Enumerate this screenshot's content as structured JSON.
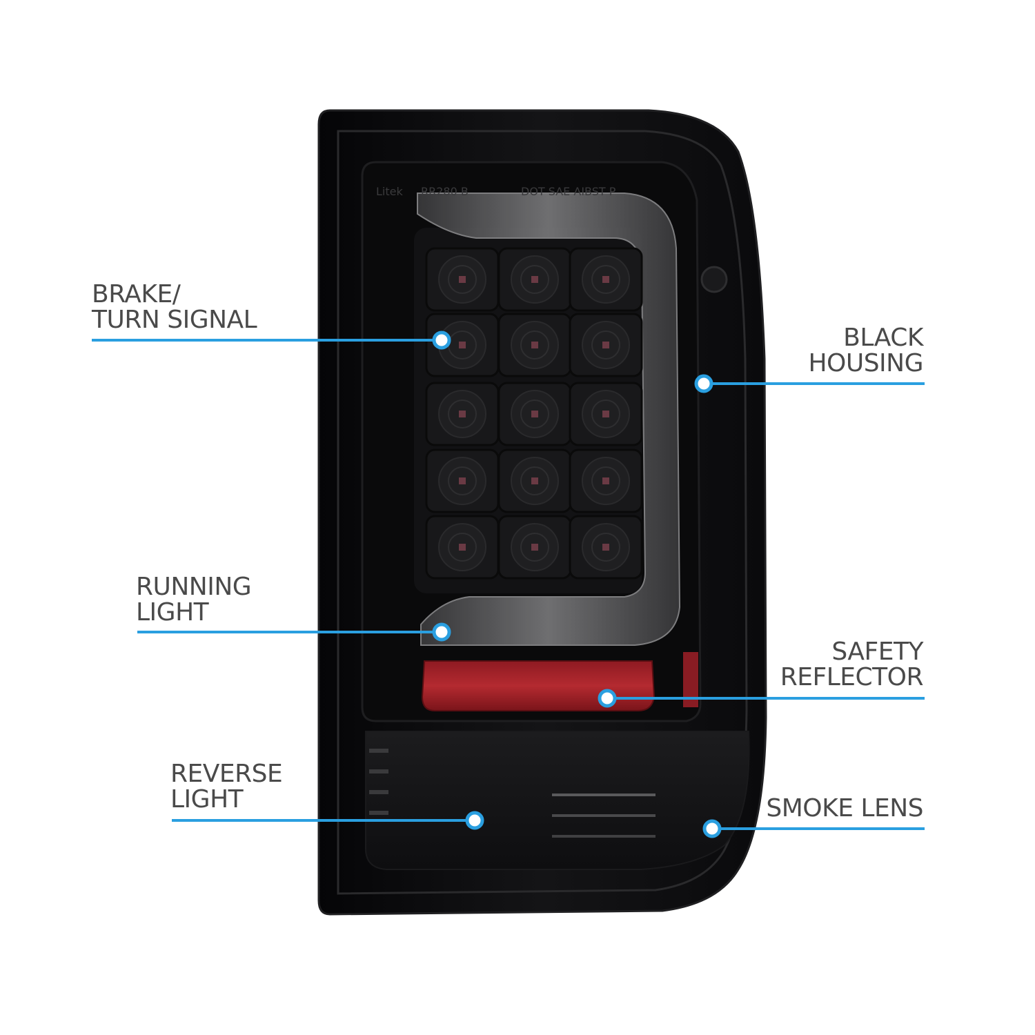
{
  "colors": {
    "accent": "#2a9fe0",
    "label_text": "#4a4a4a",
    "housing": "#0c0c0e",
    "reflector": "#b02028"
  },
  "product": {
    "lens_markings": [
      "Litek",
      "RR280 B",
      "DOT SAE AIBST P"
    ]
  },
  "callouts": [
    {
      "id": "brake-turn-signal",
      "lines": [
        "BRAKE/",
        "TURN SIGNAL"
      ],
      "side": "left"
    },
    {
      "id": "running-light",
      "lines": [
        "RUNNING",
        "LIGHT"
      ],
      "side": "left"
    },
    {
      "id": "reverse-light",
      "lines": [
        "REVERSE",
        "LIGHT"
      ],
      "side": "left"
    },
    {
      "id": "black-housing",
      "lines": [
        "BLACK",
        "HOUSING"
      ],
      "side": "right"
    },
    {
      "id": "safety-reflector",
      "lines": [
        "SAFETY",
        "REFLECTOR"
      ],
      "side": "right"
    },
    {
      "id": "smoke-lens",
      "lines": [
        "SMOKE LENS"
      ],
      "side": "right"
    }
  ]
}
